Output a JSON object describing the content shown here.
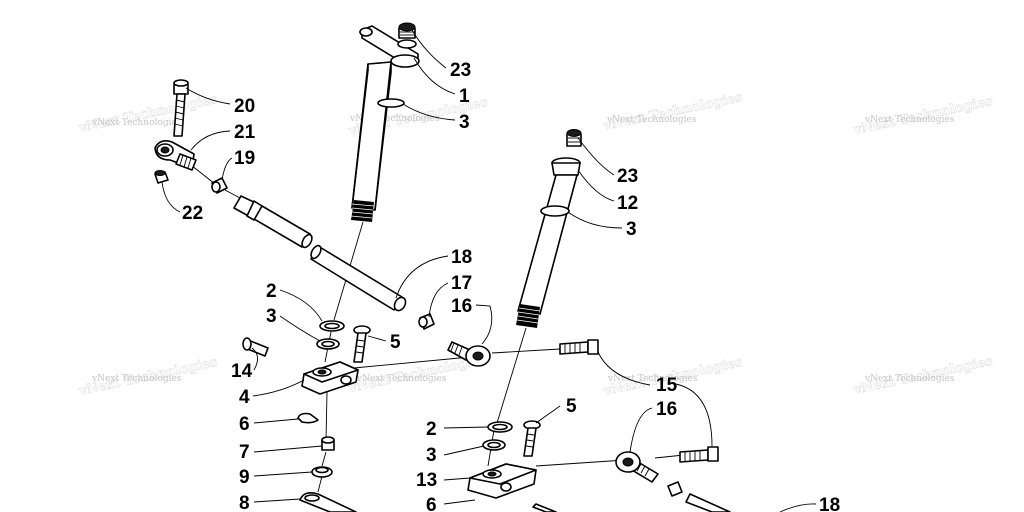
{
  "watermark": "vNext Technologies",
  "callouts": {
    "c23a": "23",
    "c1": "1",
    "c3a": "3",
    "c20": "20",
    "c21": "21",
    "c19": "19",
    "c22": "22",
    "c23b": "23",
    "c12": "12",
    "c3b": "3",
    "c18a": "18",
    "c17": "17",
    "c16a": "16",
    "c2a": "2",
    "c3c": "3",
    "c5a": "5",
    "c14": "14",
    "c4": "4",
    "c6a": "6",
    "c7": "7",
    "c9": "9",
    "c8": "8",
    "c15": "15",
    "c16b": "16",
    "c5b": "5",
    "c2b": "2",
    "c3d": "3",
    "c13": "13",
    "c6b": "6",
    "c18b": "18"
  }
}
